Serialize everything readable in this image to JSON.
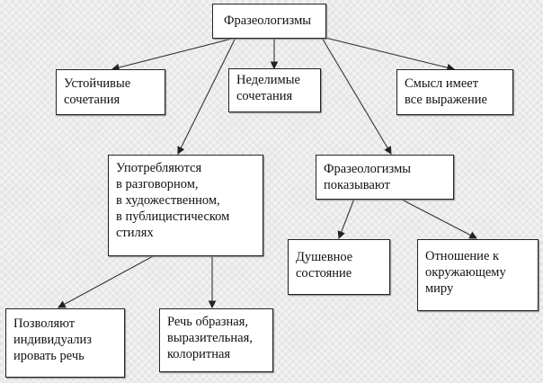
{
  "diagram": {
    "root": "Фразеологизмы",
    "stable": "Устойчивые\nсочетания",
    "indivisible": "Неделимые\nсочетания",
    "meaning": "Смысл имеет\nвсе выражение",
    "usage": "Употребляются\nв разговорном,\nв художественном,\nв публицистическом\nстилях",
    "show": "Фразеологизмы\nпоказывают",
    "soul": "Душевное\nсостояние",
    "attitude": "Отношение к\nокружающему\nмиру",
    "individualize": "Позволяют\nиндивидуализ\nировать речь",
    "speech": "Речь образная,\nвыразительная,\nколоритная"
  }
}
